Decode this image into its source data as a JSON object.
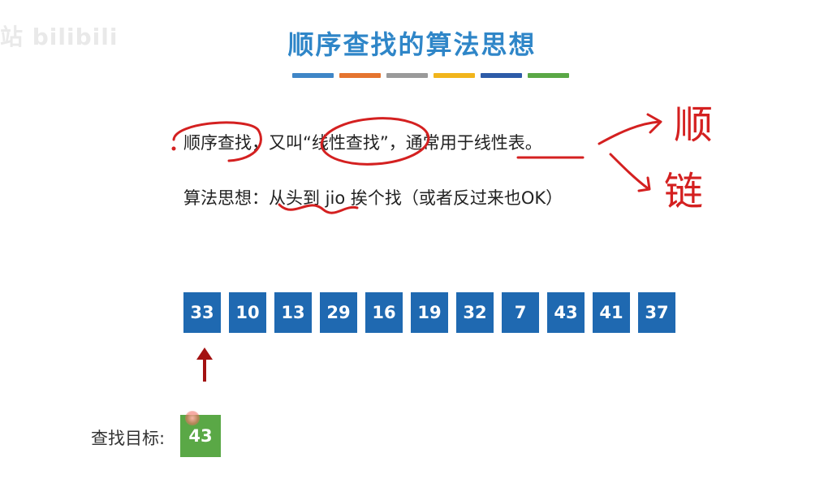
{
  "watermark": "站 bilibili",
  "title": "顺序查找的算法思想",
  "color_bars": [
    "#3f86c7",
    "#e5742f",
    "#9a9a9a",
    "#f1b51c",
    "#2d5ba8",
    "#5aa846"
  ],
  "line1": "顺序查找，又叫“线性查找”，通常用于线性表。",
  "line2": "算法思想：从头到 jio 挨个找（或者反过来也OK）",
  "array_values": [
    "33",
    "10",
    "13",
    "29",
    "16",
    "19",
    "32",
    "7",
    "43",
    "41",
    "37"
  ],
  "target": {
    "label": "查找目标:",
    "value": "43"
  },
  "handwriting": {
    "word1": "顺",
    "word2": "链"
  },
  "colors": {
    "title": "#2f86c8",
    "array_cell": "#1f69b1",
    "target_cell": "#5aa846",
    "pointer": "#a31212",
    "ink": "#d42020"
  }
}
